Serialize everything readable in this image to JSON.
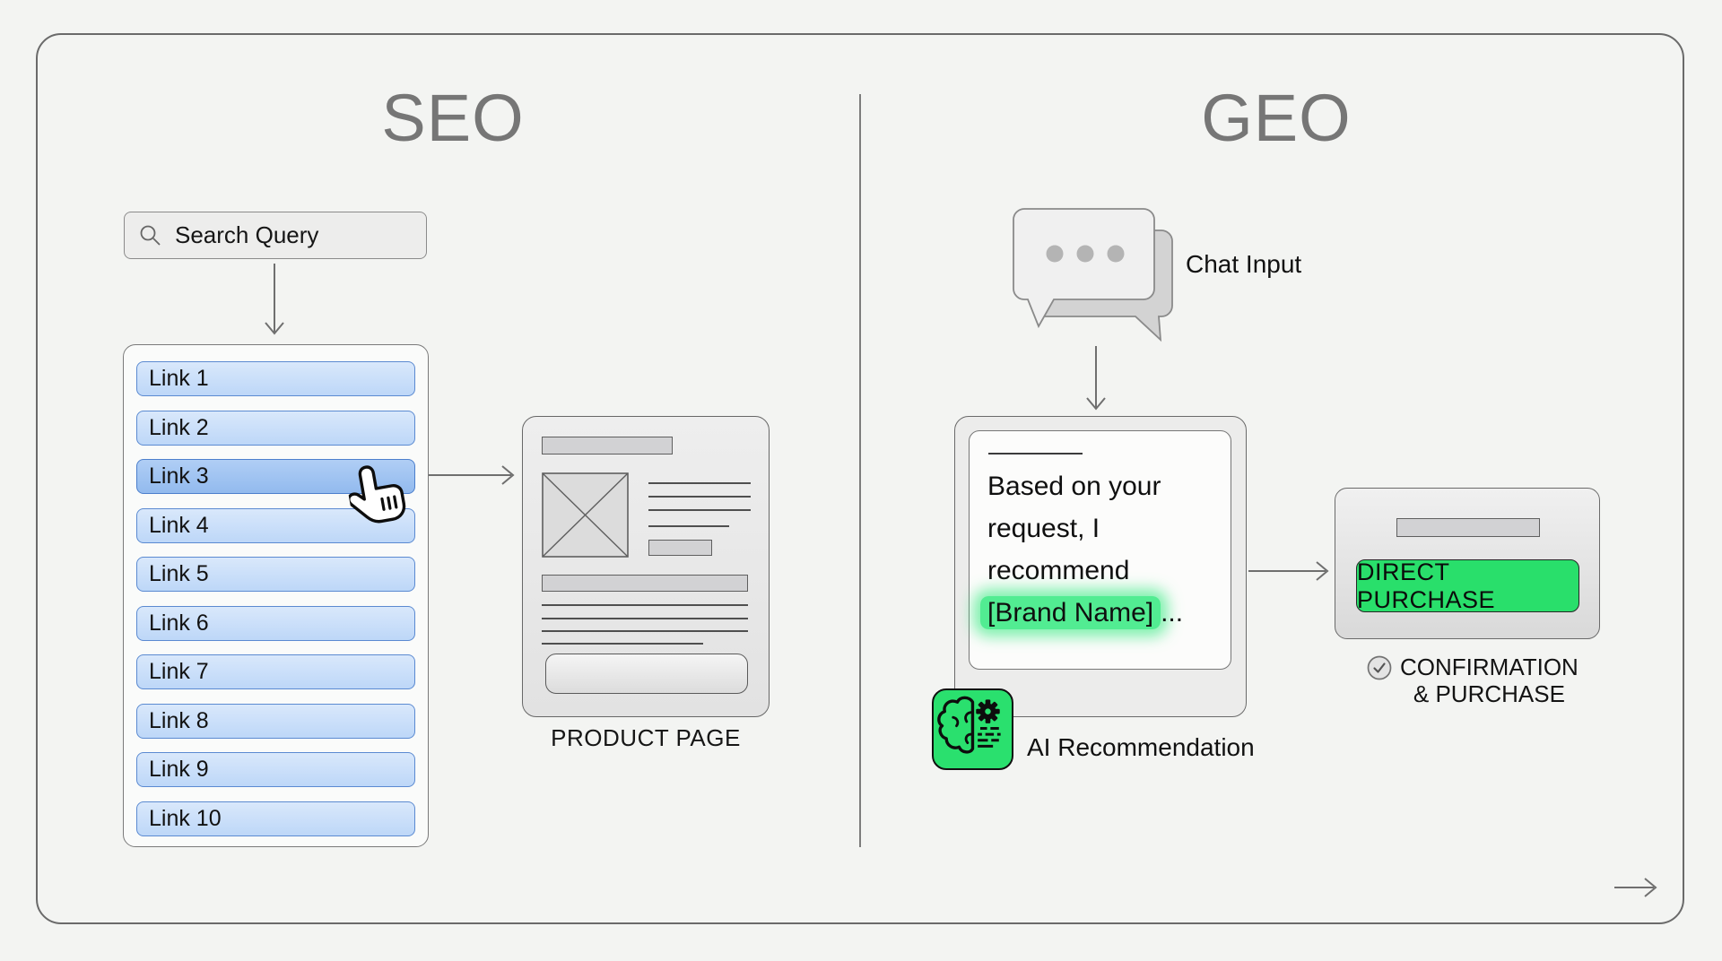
{
  "seo_section": {
    "title": "SEO",
    "search_box": {
      "icon": "magnifier-icon",
      "text": "Search Query"
    },
    "links": [
      "Link 1",
      "Link 2",
      "Link 3",
      "Link 4",
      "Link 5",
      "Link 6",
      "Link 7",
      "Link 8",
      "Link 9",
      "Link 10"
    ],
    "selected_link": "Link 3",
    "product_page": {
      "label": "PRODUCT PAGE"
    }
  },
  "geo_section": {
    "title": "GEO",
    "chat": {
      "icon": "chat-bubbles-icon",
      "label": "Chat Input"
    },
    "ai_card": {
      "message_before": "Based on your request, I recommend ",
      "message_highlight": "[Brand Name]",
      "message_after": "...",
      "badge_icon": "brain-gear-icon",
      "badge_label": "AI Recommendation"
    },
    "purchase_card": {
      "button_label": "DIRECT PURCHASE"
    },
    "confirmation": {
      "icon": "check-circle-icon",
      "line1": "CONFIRMATION",
      "line2": "& PURCHASE"
    }
  },
  "footer": {
    "next_icon": "arrow-right-icon"
  },
  "colors": {
    "accent_green": "#2ae06e",
    "highlight_green": "#52ec92",
    "link_fill_top": "#d9e8fb",
    "link_fill_bottom": "#bdd7f8",
    "link_border": "#5b8ad1",
    "selected_link_border": "#4c7fcc",
    "title_gray": "#767676",
    "arrow_gray": "#6f6f6f",
    "frame_border": "#6a6a6a"
  }
}
